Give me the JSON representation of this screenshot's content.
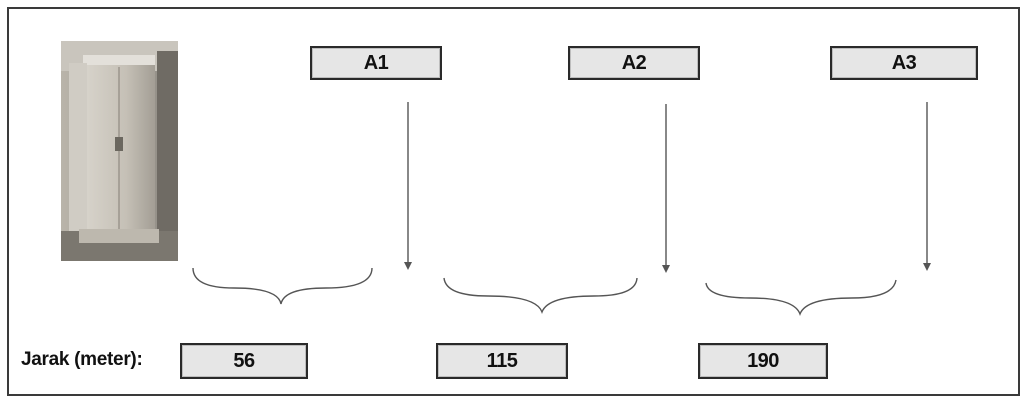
{
  "nodes": [
    {
      "label": "A1"
    },
    {
      "label": "A2"
    },
    {
      "label": "A3"
    }
  ],
  "distance": {
    "label": "Jarak (meter):",
    "values": [
      "56",
      "115",
      "190"
    ]
  },
  "colors": {
    "box_fill": "#e6e6e6",
    "box_border": "#2a2a2a",
    "line": "#555555"
  }
}
